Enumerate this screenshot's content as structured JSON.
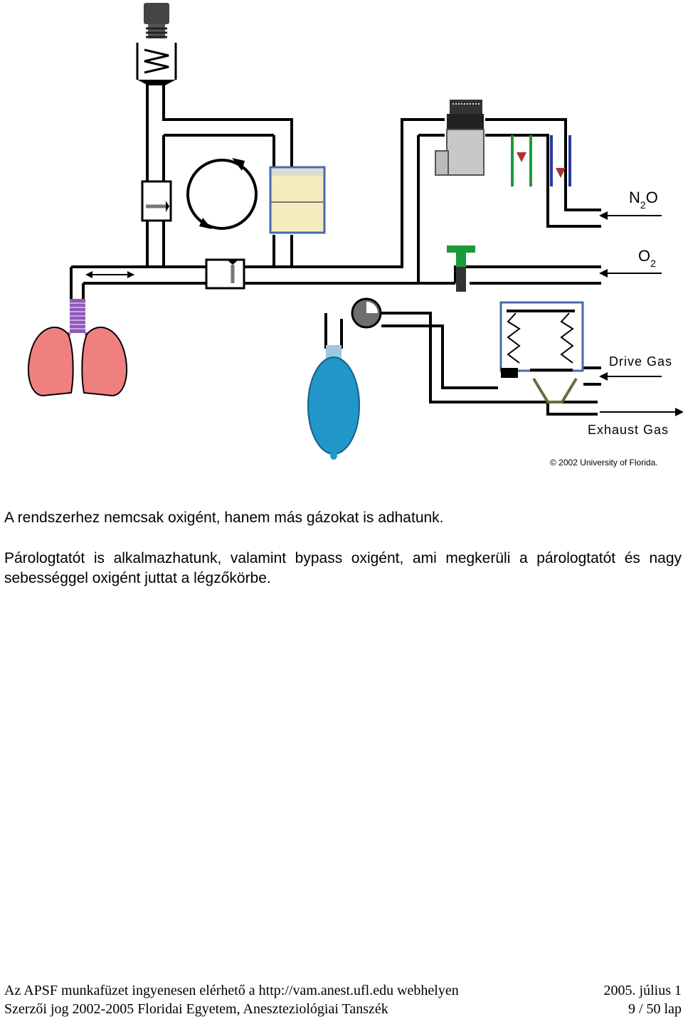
{
  "diagram": {
    "labels": {
      "n2o_main": "N",
      "n2o_sub": "2",
      "n2o_end": "O",
      "o2_main": "O",
      "o2_sub": "2",
      "drive_gas": "Drive Gas",
      "exhaust_gas": "Exhaust Gas",
      "copyright": "© 2002 University of Florida."
    },
    "colors": {
      "tube": "#000000",
      "lung": "#f08080",
      "bag": "#2196c8",
      "absorbent": "#f3ecbf",
      "trachea": "#8e5bb5",
      "flowmeter_green": "#1a9a3a",
      "flowmeter_blue": "#2a3a9a",
      "valve_gray": "#6e6e6e"
    }
  },
  "text": {
    "paragraph1": "A rendszerhez nemcsak oxigént, hanem más gázokat is adhatunk.",
    "paragraph2": "Párologtatót is alkalmazhatunk, valamint bypass oxigént, ami megkerüli a párologtatót és nagy sebességgel oxigént juttat a légzőkörbe."
  },
  "footer": {
    "left1": "Az APSF munkafüzet ingyenesen elérhető a http://vam.anest.ufl.edu webhelyen",
    "right1": "2005. július 1",
    "left2": "Szerzői jog 2002-2005 Floridai Egyetem, Aneszteziológiai Tanszék",
    "right2": "9 / 50 lap"
  }
}
